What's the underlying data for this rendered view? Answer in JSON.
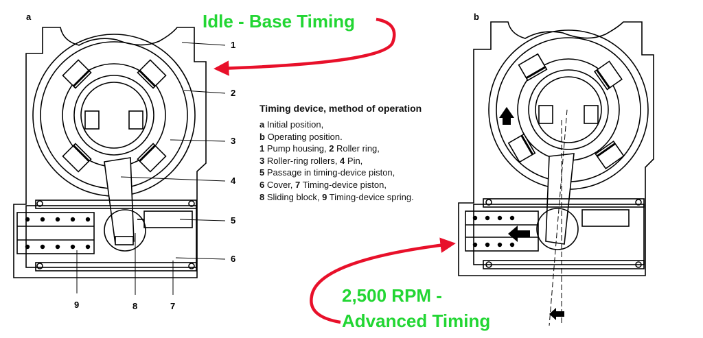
{
  "panels": {
    "a": "a",
    "b": "b"
  },
  "callouts": {
    "idle": "Idle - Base Timing",
    "advanced_line1": "2,500 RPM -",
    "advanced_line2": "Advanced Timing"
  },
  "legend": {
    "title": "Timing device, method of operation",
    "lines": [
      {
        "key": "a",
        "text": " Initial position,"
      },
      {
        "key": "b",
        "text": " Operating position."
      },
      {
        "key": "1",
        "text": " Pump housing, ",
        "key2": "2",
        "text2": " Roller ring,"
      },
      {
        "key": "3",
        "text": " Roller-ring rollers, ",
        "key2": "4",
        "text2": " Pin,"
      },
      {
        "key": "5",
        "text": " Passage in timing-device piston,"
      },
      {
        "key": "6",
        "text": " Cover, ",
        "key2": "7",
        "text2": " Timing-device piston,"
      },
      {
        "key": "8",
        "text": " Sliding block, ",
        "key2": "9",
        "text2": " Timing-device spring."
      }
    ]
  },
  "part_numbers": {
    "n1": "1",
    "n2": "2",
    "n3": "3",
    "n4": "4",
    "n5": "5",
    "n6": "6",
    "n7": "7",
    "n8": "8",
    "n9": "9"
  },
  "colors": {
    "callout_text": "#22d633",
    "arrow": "#e8102a",
    "line": "#000000"
  }
}
